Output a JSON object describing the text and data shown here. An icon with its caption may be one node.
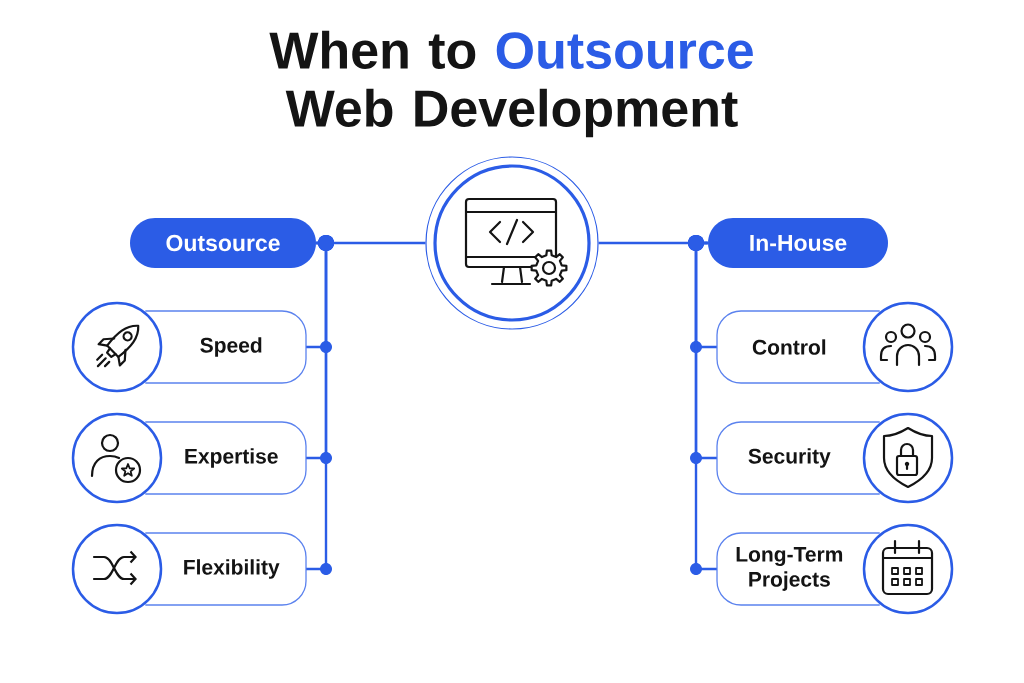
{
  "diagram": {
    "title": "When to Outsource Web Development",
    "nodes": [
      {
        "text": [
          "Outsource"
        ]
      },
      {
        "text": [],
        "shape": "circle"
      },
      {
        "text": [
          "In-House"
        ]
      },
      {
        "text": [
          "Speed"
        ]
      },
      {
        "text": [
          "Expertise"
        ]
      },
      {
        "text": [
          "Flexibility"
        ]
      },
      {
        "text": [
          "Control"
        ]
      },
      {
        "text": [
          "Security"
        ]
      },
      {
        "text": [
          "Long-Term Projects"
        ]
      }
    ],
    "edges": [
      {
        "from": 0,
        "to": 1,
        "arrow": "other"
      },
      {
        "from": 2,
        "to": 1,
        "arrow": "other"
      },
      {
        "from": 0,
        "to": 3,
        "arrow": "other"
      },
      {
        "from": 0,
        "to": 4,
        "arrow": "other"
      },
      {
        "from": 0,
        "to": 5,
        "arrow": "other"
      },
      {
        "from": 2,
        "to": 6,
        "arrow": "other"
      },
      {
        "from": 2,
        "to": 7,
        "arrow": "other"
      },
      {
        "from": 2,
        "to": 8,
        "arrow": "other"
      }
    ]
  }
}
